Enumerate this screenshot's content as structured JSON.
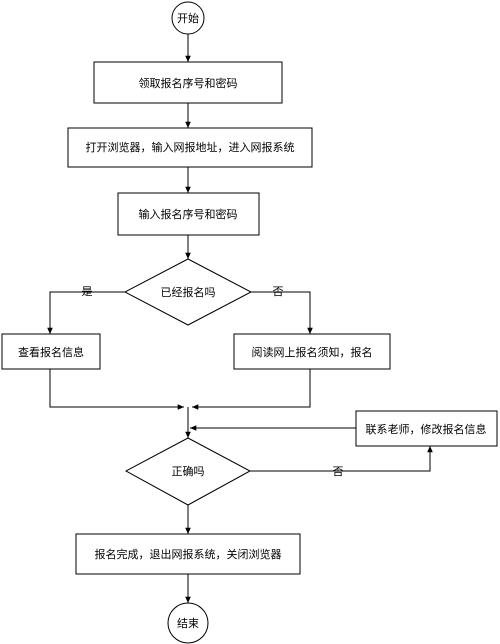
{
  "nodes": {
    "start": "开始",
    "get_id": "领取报名序号和密码",
    "open_browser": "打开浏览器，输入网报地址，进入网报系统",
    "enter_id": "输入报名序号和密码",
    "registered_q": "已经报名吗",
    "view_info": "查看报名信息",
    "read_notice": "阅读网上报名须知，报名",
    "correct_q": "正确吗",
    "contact_teacher": "联系老师，修改报名信息",
    "finish": "报名完成，退出网报系统，关闭浏览器",
    "end": "结束"
  },
  "edges": {
    "yes": "是",
    "no_registered": "否",
    "no_correct": "否"
  }
}
